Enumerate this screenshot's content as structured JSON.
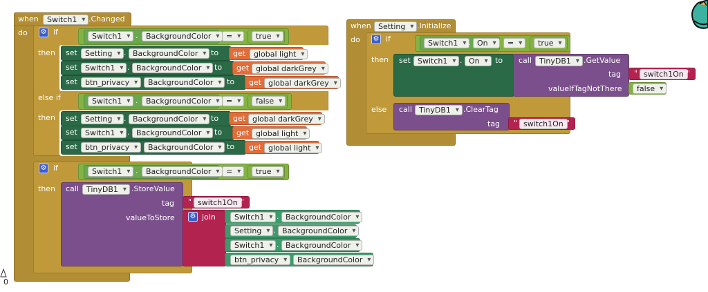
{
  "words": {
    "when": "when",
    "do": "do",
    "if": "if",
    "then": "then",
    "else_if": "else if",
    "else": "else",
    "set": "set",
    "to": "to",
    "get": "get",
    "call": "call",
    "join": "join",
    "dot": ".",
    "equals": "=",
    "quote": "\""
  },
  "blocks": {
    "switch_changed": {
      "component": "Switch1",
      "event": ".Changed"
    },
    "setting_initialize": {
      "component": "Setting",
      "event": ".Initialize"
    }
  },
  "components": {
    "switch1": "Switch1",
    "setting": "Setting",
    "btn_privacy": "btn_privacy",
    "tinydb1": "TinyDB1"
  },
  "properties": {
    "background_color": "BackgroundColor",
    "on": "On"
  },
  "values": {
    "true": "true",
    "false": "false",
    "switch1on": "switch1On"
  },
  "globals": {
    "light": "global light",
    "dark_grey": "global darkGrey"
  },
  "methods": {
    "store_value": ".StoreValue",
    "get_value": ".GetValue",
    "clear_tag": ".ClearTag"
  },
  "params": {
    "tag": "tag",
    "value_to_store": "valueToStore",
    "value_if_tag_not_there": "valueIfTagNotThere"
  },
  "footer": {
    "warning_count": "0"
  },
  "colors": {
    "event": "#b18e35",
    "control": "#c09a3a",
    "setter": "#2a6a46",
    "component_getter": "#6aa84f",
    "variable_get": "#e06d3a",
    "logic": "#84b244",
    "procedure": "#7b4f8c",
    "text": "#b32350",
    "mutator": "#3b5dcf"
  }
}
